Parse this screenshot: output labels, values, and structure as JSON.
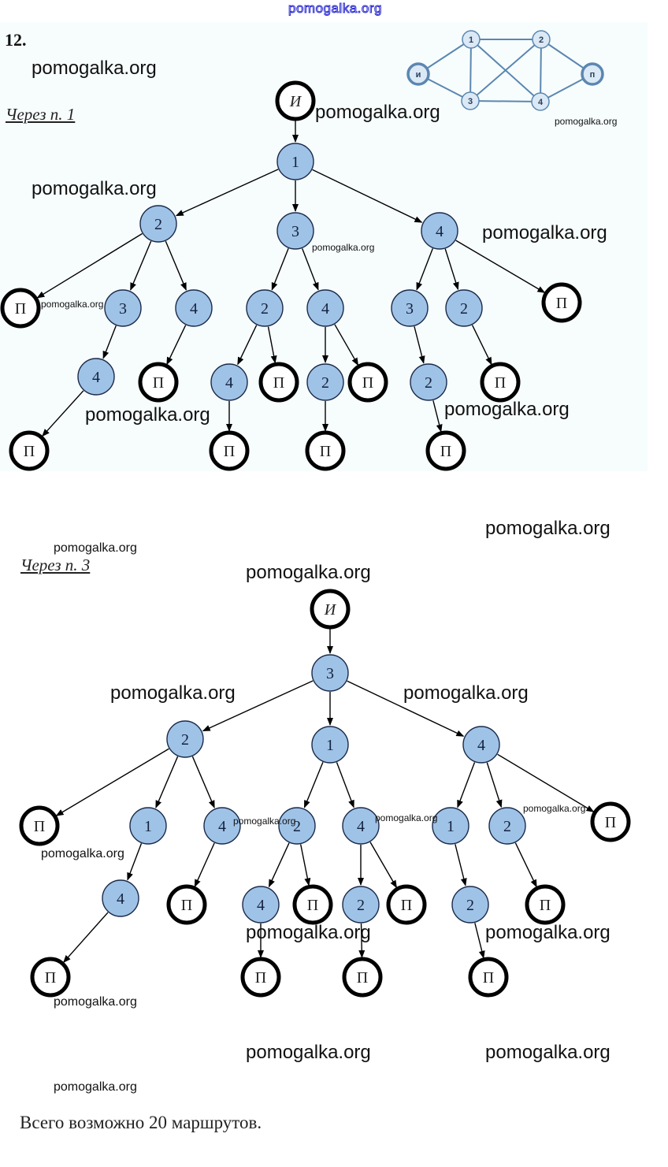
{
  "header_watermark": "pomogalka.org",
  "task_number": "12.",
  "colors": {
    "node_fill": "#9fc3e7",
    "node_stroke": "#1a2a4a",
    "terminal_stroke": "#000000",
    "edge": "#000000",
    "graph_edge": "#5b87b0",
    "graph_node_fill": "#dbe9f6"
  },
  "reference_graph": {
    "nodes": [
      {
        "id": "И",
        "label": "и"
      },
      {
        "id": "1",
        "label": "1"
      },
      {
        "id": "2",
        "label": "2"
      },
      {
        "id": "3",
        "label": "3"
      },
      {
        "id": "4",
        "label": "4"
      },
      {
        "id": "П",
        "label": "п"
      }
    ],
    "edges": [
      [
        "И",
        "1"
      ],
      [
        "И",
        "3"
      ],
      [
        "1",
        "2"
      ],
      [
        "1",
        "3"
      ],
      [
        "1",
        "4"
      ],
      [
        "2",
        "3"
      ],
      [
        "2",
        "4"
      ],
      [
        "2",
        "П"
      ],
      [
        "3",
        "4"
      ],
      [
        "4",
        "П"
      ]
    ]
  },
  "sections": [
    {
      "title": "Через п. 1",
      "root_label": "И",
      "tree": {
        "label": "1",
        "children": [
          {
            "label": "2",
            "children": [
              {
                "label": "П"
              },
              {
                "label": "3",
                "children": [
                  {
                    "label": "4",
                    "children": [
                      {
                        "label": "П"
                      }
                    ]
                  }
                ]
              },
              {
                "label": "4",
                "children": [
                  {
                    "label": "П"
                  }
                ]
              }
            ]
          },
          {
            "label": "3",
            "children": [
              {
                "label": "2",
                "children": [
                  {
                    "label": "4",
                    "children": [
                      {
                        "label": "П"
                      }
                    ]
                  },
                  {
                    "label": "П"
                  }
                ]
              },
              {
                "label": "4",
                "children": [
                  {
                    "label": "2",
                    "children": [
                      {
                        "label": "П"
                      }
                    ]
                  },
                  {
                    "label": "П"
                  }
                ]
              }
            ]
          },
          {
            "label": "4",
            "children": [
              {
                "label": "3",
                "children": [
                  {
                    "label": "2",
                    "children": [
                      {
                        "label": "П"
                      }
                    ]
                  }
                ]
              },
              {
                "label": "2",
                "children": [
                  {
                    "label": "П"
                  }
                ]
              },
              {
                "label": "П"
              }
            ]
          }
        ]
      }
    },
    {
      "title": "Через п. 3",
      "root_label": "И",
      "tree": {
        "label": "3",
        "children": [
          {
            "label": "2",
            "children": [
              {
                "label": "П"
              },
              {
                "label": "1",
                "children": [
                  {
                    "label": "4",
                    "children": [
                      {
                        "label": "П"
                      }
                    ]
                  }
                ]
              },
              {
                "label": "4",
                "children": [
                  {
                    "label": "П"
                  }
                ]
              }
            ]
          },
          {
            "label": "1",
            "children": [
              {
                "label": "2",
                "children": [
                  {
                    "label": "4",
                    "children": [
                      {
                        "label": "П"
                      }
                    ]
                  },
                  {
                    "label": "П"
                  }
                ]
              },
              {
                "label": "4",
                "children": [
                  {
                    "label": "2",
                    "children": [
                      {
                        "label": "П"
                      }
                    ]
                  },
                  {
                    "label": "П"
                  }
                ]
              }
            ]
          },
          {
            "label": "4",
            "children": [
              {
                "label": "1",
                "children": [
                  {
                    "label": "2",
                    "children": [
                      {
                        "label": "П"
                      }
                    ]
                  }
                ]
              },
              {
                "label": "2",
                "children": [
                  {
                    "label": "П"
                  }
                ]
              },
              {
                "label": "П"
              }
            ]
          }
        ]
      }
    }
  ],
  "summary": "Всего возможно 20 маршрутов.",
  "watermarks": [
    "pomogalka.org",
    "pomogalka.org",
    "pomogalka.org",
    "pomogalka.org",
    "pomogalka.org",
    "pomogalka.org",
    "pomogalka.org",
    "pomogalka.org",
    "pomogalka.org",
    "pomogalka.org",
    "pomogalka.org",
    "pomogalka.org",
    "pomogalka.org",
    "pomogalka.org",
    "pomogalka.org",
    "pomogalka.org",
    "pomogalka.org",
    "pomogalka.org",
    "pomogalka.org",
    "pomogalka.org",
    "pomogalka.org",
    "pomogalka.org",
    "pomogalka.org"
  ]
}
